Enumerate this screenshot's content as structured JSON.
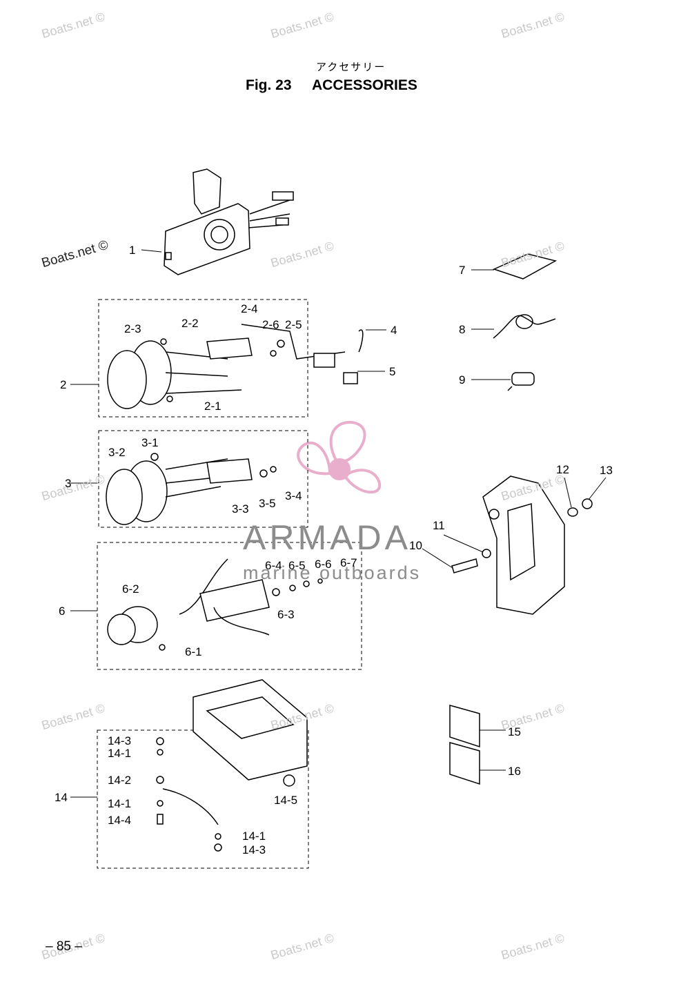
{
  "header": {
    "subtitle_jp": "アクセサリー",
    "fig_number": "Fig. 23",
    "title": "ACCESSORIES"
  },
  "watermark": {
    "text": "Boats.net ©",
    "brand": "ARMADA",
    "brand_sub": "marine outboards",
    "brand_color": "#e8a8c8"
  },
  "callouts": {
    "c1": "1",
    "c2": "2",
    "c2_1": "2-1",
    "c2_2": "2-2",
    "c2_3": "2-3",
    "c2_4": "2-4",
    "c2_5": "2-5",
    "c2_6": "2-6",
    "c3": "3",
    "c3_1": "3-1",
    "c3_2": "3-2",
    "c3_3": "3-3",
    "c3_4": "3-4",
    "c3_5": "3-5",
    "c4": "4",
    "c5": "5",
    "c6": "6",
    "c6_1": "6-1",
    "c6_2": "6-2",
    "c6_3": "6-3",
    "c6_4": "6-4",
    "c6_5": "6-5",
    "c6_6": "6-6",
    "c6_7": "6-7",
    "c7": "7",
    "c8": "8",
    "c9": "9",
    "c10": "10",
    "c11": "11",
    "c12": "12",
    "c13": "13",
    "c14": "14",
    "c14_1a": "14-1",
    "c14_1b": "14-1",
    "c14_1c": "14-1",
    "c14_2": "14-2",
    "c14_3a": "14-3",
    "c14_3b": "14-3",
    "c14_4": "14-4",
    "c14_5": "14-5",
    "c15": "15",
    "c16": "16"
  },
  "footer": {
    "page_number": "– 85 –"
  }
}
